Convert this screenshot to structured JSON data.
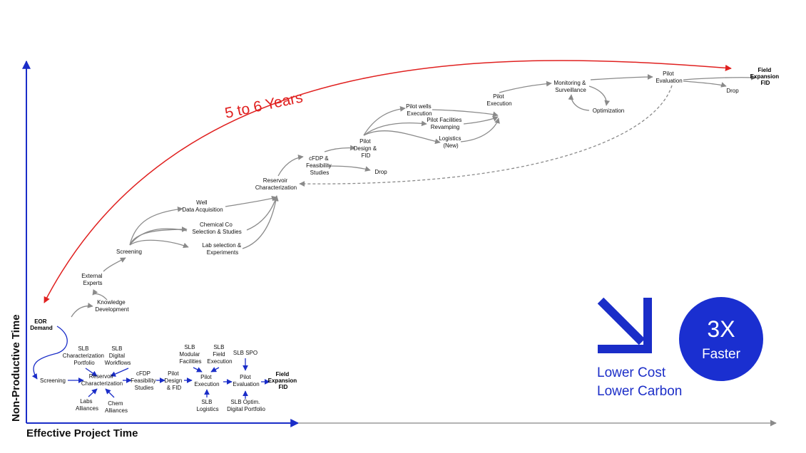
{
  "axes": {
    "y_label": "Non-Productive Time",
    "x_label": "Effective Project Time"
  },
  "duration_label": "5 to 6 Years",
  "traditional_nodes": {
    "eor_demand": [
      "EOR",
      "Demand"
    ],
    "knowledge": [
      "Knowledge",
      "Development"
    ],
    "external_experts": [
      "External",
      "Experts"
    ],
    "screening": "Screening",
    "well_data": [
      "Well",
      "Data Acquisition"
    ],
    "chemical": [
      "Chemical Co",
      "Selection  & Studies"
    ],
    "lab": [
      "Lab selection &",
      "Experiments"
    ],
    "reservoir": [
      "Reservoir",
      "Characterization"
    ],
    "cfdp": [
      "cFDP &",
      "Feasibility",
      "Studies"
    ],
    "drop1": "Drop",
    "pilot_design": [
      "Pilot",
      "Design &",
      "FID"
    ],
    "pilot_wells": [
      "Pilot wells",
      "Execution"
    ],
    "pilot_facilities": [
      "Pilot Facilities",
      "Revamping"
    ],
    "logistics": [
      "Logistics",
      "(New)"
    ],
    "pilot_execution": [
      "Pilot",
      "Execution"
    ],
    "monitoring": [
      "Monitoring &",
      "Surveillance"
    ],
    "optimization": "Optimization",
    "pilot_evaluation": [
      "Pilot",
      "Evaluation"
    ],
    "drop2": "Drop",
    "field_expansion": [
      "Field",
      "Expansion",
      "FID"
    ]
  },
  "slb_nodes": {
    "screening": "Screening",
    "char_portfolio": [
      "SLB",
      "Characterization",
      "Portfolio"
    ],
    "digital_workflows": [
      "SLB",
      "Digital",
      "Workflows"
    ],
    "reservoir": [
      "Reservoir",
      "Characterization"
    ],
    "labs_alliances": [
      "Labs",
      "Alliances"
    ],
    "chem_alliances": [
      "Chem",
      "Alliances"
    ],
    "cfdp": [
      "cFDP",
      "Feasibility",
      "Studies"
    ],
    "pilot_design": [
      "Pilot",
      "Design",
      "& FID"
    ],
    "modular_facilities": [
      "SLB",
      "Modular",
      "Facilities"
    ],
    "field_execution": [
      "SLB",
      "Field",
      "Execution"
    ],
    "pilot_execution": [
      "Pilot",
      "Execution"
    ],
    "logistics": [
      "SLB",
      "Logistics"
    ],
    "slb_spo": "SLB SPO",
    "pilot_evaluation": [
      "Pilot",
      "Evaluation"
    ],
    "optim_portfolio": [
      "SLB Optim.",
      "Digital Portfolio"
    ],
    "field_expansion": [
      "Field",
      "Expansion",
      "FID"
    ]
  },
  "benefits": [
    "Lower Cost",
    "Lower Carbon"
  ],
  "faster_badge": {
    "multiplier": "3X",
    "label": "Faster"
  },
  "colors": {
    "slb_blue": "#1a2dc8",
    "badge_blue": "#1a2fd0",
    "duration_red": "#e0201f",
    "flow_gray": "#8a8a8a"
  },
  "icons": {
    "benefit_arrow": "arrow-down-right-icon"
  }
}
